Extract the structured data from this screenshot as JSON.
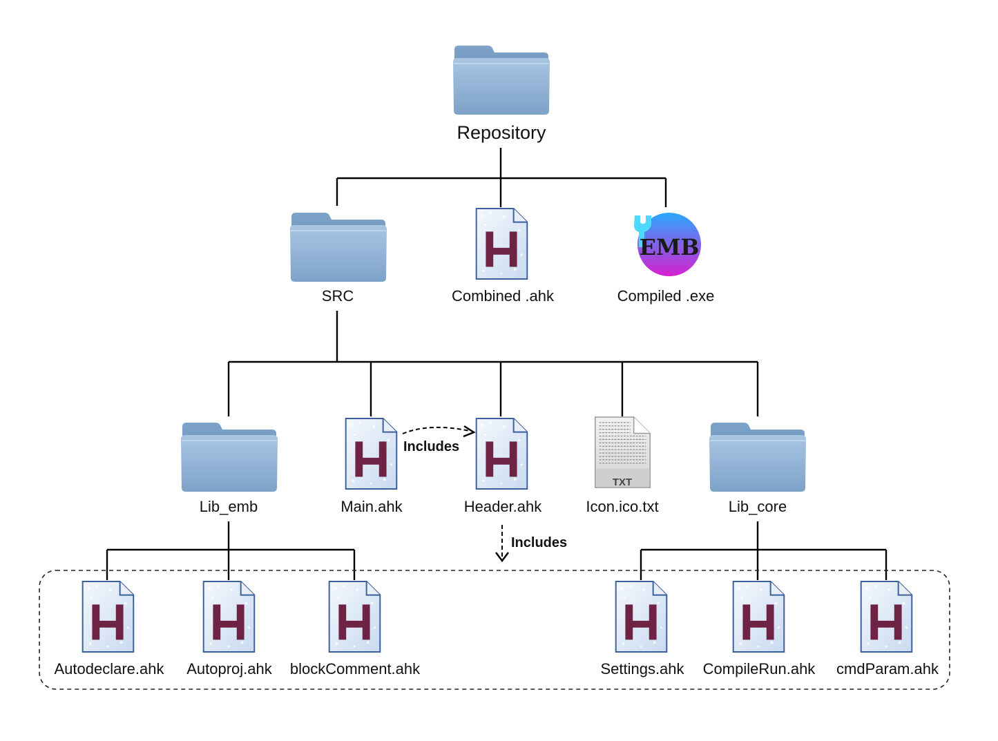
{
  "root": {
    "label": "Repository",
    "icon": "folder-icon"
  },
  "level1": [
    {
      "label": "SRC",
      "icon": "folder-icon"
    },
    {
      "label": "Combined .ahk",
      "icon": "ahk-file-icon"
    },
    {
      "label": "Compiled .exe",
      "icon": "emb-app-icon",
      "logo_text": "EMB"
    }
  ],
  "level2": [
    {
      "label": "Lib_emb",
      "icon": "folder-icon"
    },
    {
      "label": "Main.ahk",
      "icon": "ahk-file-icon"
    },
    {
      "label": "Header.ahk",
      "icon": "ahk-file-icon"
    },
    {
      "label": "Icon.ico.txt",
      "icon": "txt-file-icon",
      "badge": "TXT"
    },
    {
      "label": "Lib_core",
      "icon": "folder-icon"
    }
  ],
  "level3_lib_emb": [
    {
      "label": "Autodeclare.ahk",
      "icon": "ahk-file-icon"
    },
    {
      "label": "Autoproj.ahk",
      "icon": "ahk-file-icon"
    },
    {
      "label": "blockComment.ahk",
      "icon": "ahk-file-icon"
    }
  ],
  "level3_lib_core": [
    {
      "label": "Settings.ahk",
      "icon": "ahk-file-icon"
    },
    {
      "label": "CompileRun.ahk",
      "icon": "ahk-file-icon"
    },
    {
      "label": "cmdParam.ahk",
      "icon": "ahk-file-icon"
    }
  ],
  "relations": {
    "main_to_header": "Includes",
    "header_to_libs": "Includes"
  },
  "colors": {
    "folder": "#8fb1d3",
    "folder_dark": "#6f93ba",
    "ahk_page": "#dfe9f7",
    "ahk_letter": "#6e2244",
    "exe_grad_start": "#2ba8ff",
    "exe_grad_end": "#d61fd0",
    "exe_wrench": "#4fd8ff"
  }
}
